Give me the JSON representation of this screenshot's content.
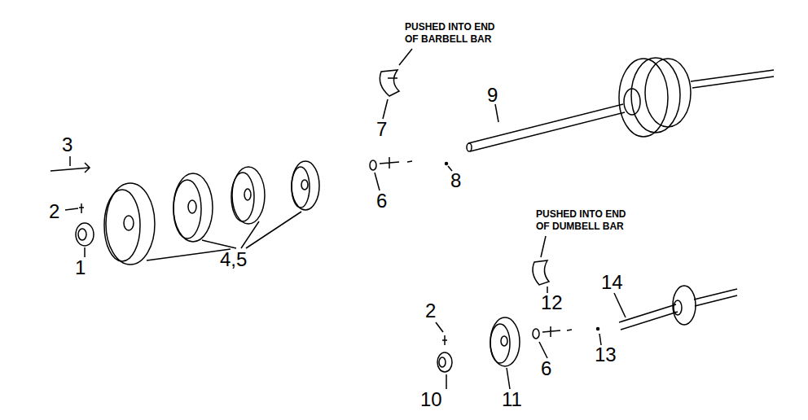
{
  "diagram": {
    "labels": [
      "PUSHED INTO END OF BARBELL BAR",
      "9",
      "7",
      "3",
      "2",
      "8",
      "6",
      "1",
      "4,5",
      "PUSHED INTO END OF DUMBELL BAR",
      "14",
      "12",
      "2",
      "6",
      "13",
      "10",
      "11"
    ]
  }
}
